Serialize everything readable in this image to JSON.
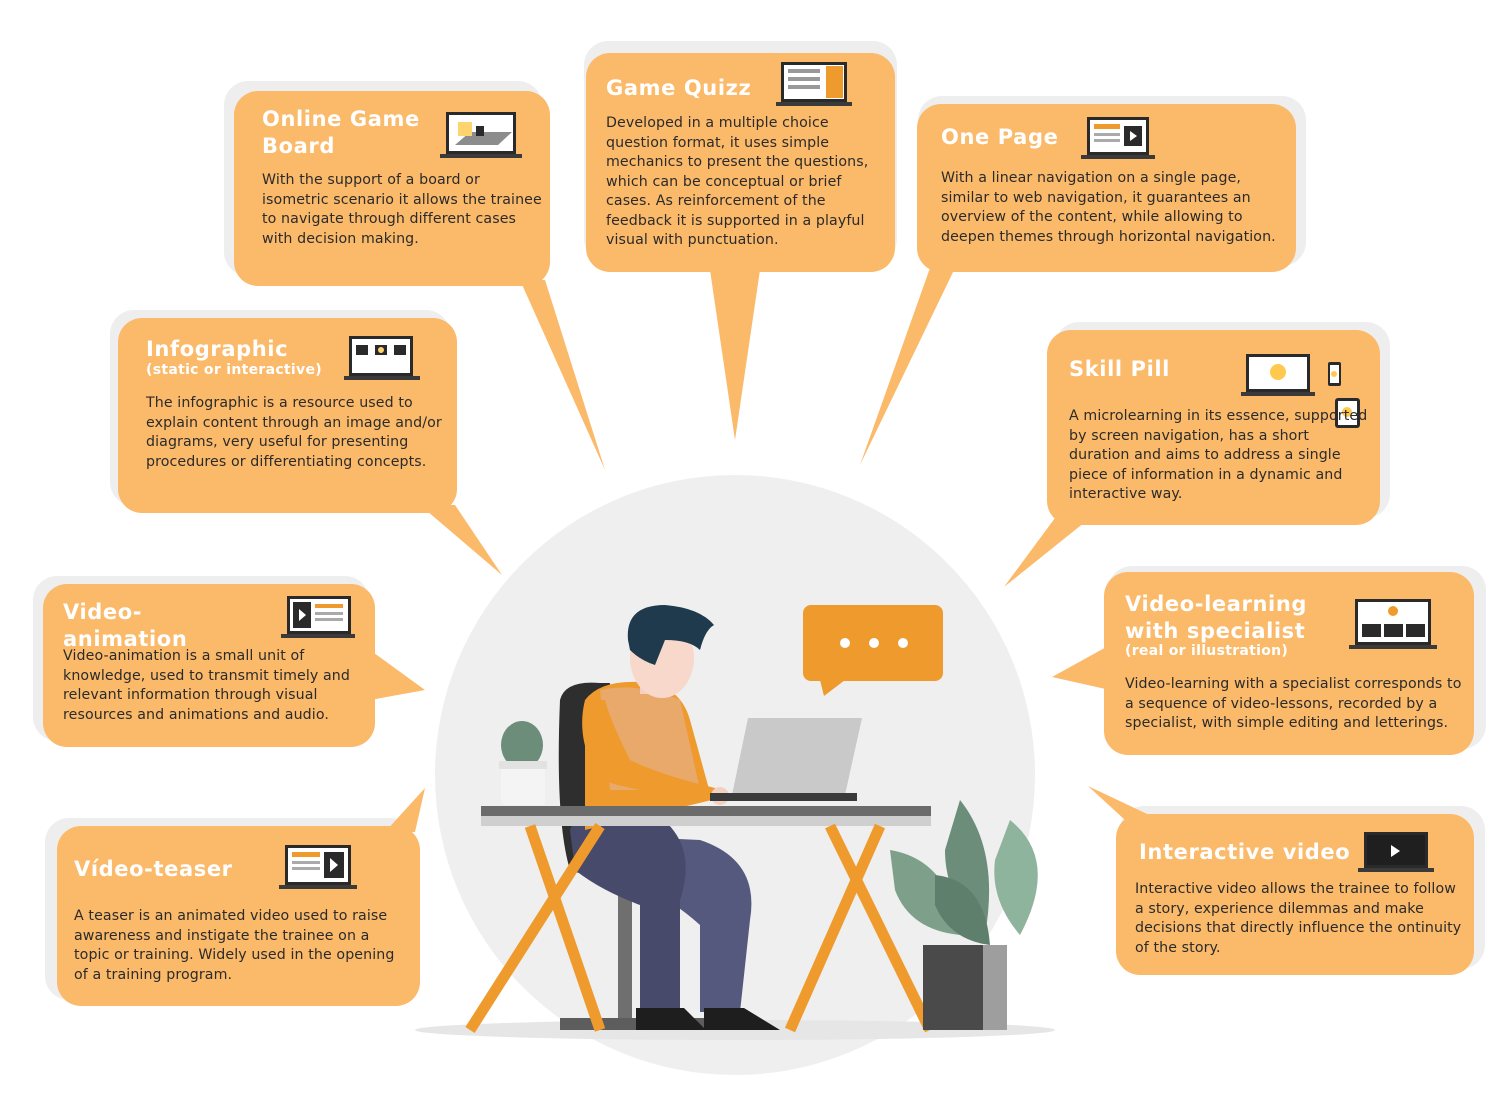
{
  "colors": {
    "card": "#fbb96a",
    "card_shadow": "#eeeeee",
    "card_title": "#ffffff",
    "card_body": "#2b2b2b",
    "accent": "#ef9a2c",
    "circle": "#efefef"
  },
  "cards": {
    "online_game_board": {
      "title": "Online Game Board",
      "body": "With the support of a board or isometric scenario it allows the trainee to navigate through different cases with decision making.",
      "icon": "laptop-board-icon"
    },
    "game_quizz": {
      "title": "Game Quizz",
      "body": "Developed in a multiple choice question format, it uses simple mechanics to present the questions, which can be conceptual or brief cases. As reinforcement of the feedback it is supported in a playful visual with punctuation.",
      "icon": "laptop-quiz-icon"
    },
    "one_page": {
      "title": "One Page",
      "body": "With a linear navigation on a single page, similar to web navigation, it guarantees an overview of the content, while allowing to deepen themes through horizontal navigation.",
      "icon": "laptop-page-icon"
    },
    "infographic": {
      "title": "Infographic",
      "subtitle": "(static or interactive)",
      "body": "The infographic is a resource used to explain content through an image and/or diagrams, very useful for presenting procedures or differentiating concepts.",
      "icon": "laptop-infographic-icon"
    },
    "skill_pill": {
      "title": "Skill Pill",
      "body": "A microlearning in its essence, supported by screen navigation, has a short duration and aims to address a single piece of information in a dynamic and interactive way.",
      "icon": "lightbulb-devices-icon"
    },
    "video_animation": {
      "title": "Video-animation",
      "body": "Video-animation is a small unit of knowledge, used to transmit timely and relevant information through visual resources and animations and audio.",
      "icon": "laptop-video-icon"
    },
    "video_learning": {
      "title": "Video-learning with specialist",
      "subtitle": "(real or illustration)",
      "body": "Video-learning with a specialist corresponds to a sequence of video-lessons, recorded by a specialist, with simple editing and letterings.",
      "icon": "laptop-lessons-icon"
    },
    "video_teaser": {
      "title": "Vídeo-teaser",
      "body": "A teaser is an animated video used to raise awareness and instigate the trainee on a topic or training. Widely used in the opening of a training program.",
      "icon": "laptop-teaser-icon"
    },
    "interactive_video": {
      "title": "Interactive video",
      "body": "Interactive video allows the trainee to follow a story, experience dilemmas and make decisions that directly influence the ontinuity of the story.",
      "icon": "laptop-interactive-video-icon"
    }
  }
}
